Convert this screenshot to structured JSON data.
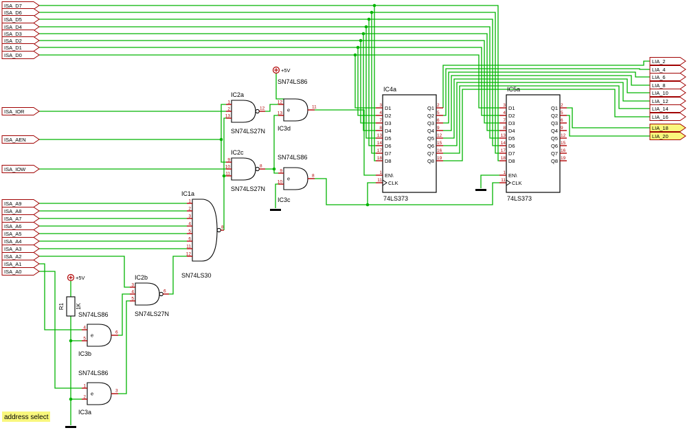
{
  "schematic": {
    "note": "address select",
    "power_label": "+5V",
    "colors": {
      "wire": "#00b400",
      "pin": "#b00000",
      "outline": "#000000",
      "text": "#000000",
      "flag_outline": "#a00000",
      "highlight": "#f9f77d",
      "background": "#ffffff"
    },
    "flags": {
      "isa_data": [
        "ISA_D7",
        "ISA_D6",
        "ISA_D5",
        "ISA_D4",
        "ISA_D3",
        "ISA_D2",
        "ISA_D1",
        "ISA_D0"
      ],
      "isa_ctrl": [
        "ISA_IOR",
        "ISA_AEN",
        "ISA_IOW"
      ],
      "isa_addr": [
        "ISA_A9",
        "ISA_A8",
        "ISA_A7",
        "ISA_A6",
        "ISA_A5",
        "ISA_A4",
        "ISA_A3",
        "ISA_A2",
        "ISA_A1",
        "ISA_A0"
      ],
      "lia": [
        "LIA_2",
        "LIA_4",
        "LIA_6",
        "LIA_8",
        "LIA_10",
        "LIA_12",
        "LIA_14",
        "LIA_16"
      ],
      "lia_highlight": [
        "LIA_18",
        "LIA_20"
      ]
    },
    "gates": [
      {
        "ref": "IC2a",
        "part": "SN74LS27N",
        "type": "nor3",
        "inputs": [
          "1",
          "2",
          "13"
        ],
        "output": "12"
      },
      {
        "ref": "IC2c",
        "part": "SN74LS27N",
        "type": "nor3",
        "inputs": [
          "9",
          "10",
          "11"
        ],
        "output": "8"
      },
      {
        "ref": "IC2b",
        "part": "SN74LS27N",
        "type": "nor3",
        "inputs": [
          "3",
          "4",
          "5"
        ],
        "output": "6"
      },
      {
        "ref": "IC1a",
        "part": "SN74LS30",
        "type": "nand8",
        "inputs": [
          "1",
          "2",
          "3",
          "4",
          "5",
          "6",
          "11",
          "12"
        ],
        "output": "8"
      },
      {
        "ref": "IC3d",
        "part": "SN74LS86",
        "type": "xor",
        "symbol": "e",
        "inputs": [
          "12",
          "13"
        ],
        "output": "11"
      },
      {
        "ref": "IC3c",
        "part": "SN74LS86",
        "type": "xor",
        "symbol": "e",
        "inputs": [
          "9",
          "10"
        ],
        "output": "8"
      },
      {
        "ref": "IC3b",
        "part": "SN74LS86",
        "type": "xor",
        "symbol": "e",
        "inputs": [
          "4",
          "5"
        ],
        "output": "6"
      },
      {
        "ref": "IC3a",
        "part": "SN74LS86",
        "type": "xor",
        "symbol": "e",
        "inputs": [
          "1",
          "2"
        ],
        "output": "3"
      }
    ],
    "latches": [
      {
        "ref": "IC4a",
        "part": "74LS373",
        "d_names": [
          "D1",
          "D2",
          "D3",
          "D4",
          "D5",
          "D6",
          "D7",
          "D8"
        ],
        "d_pins": [
          "3",
          "4",
          "7",
          "8",
          "13",
          "14",
          "17",
          "18"
        ],
        "q_names": [
          "Q1",
          "Q2",
          "Q3",
          "Q4",
          "Q5",
          "Q6",
          "Q7",
          "Q8"
        ],
        "q_pins": [
          "2",
          "5",
          "6",
          "9",
          "12",
          "15",
          "16",
          "19"
        ],
        "en_name": "EN\\",
        "en_pin": "1",
        "clk_name": "CLK",
        "clk_pin": "11"
      },
      {
        "ref": "IC5a",
        "part": "74LS373",
        "d_names": [
          "D1",
          "D2",
          "D3",
          "D4",
          "D5",
          "D6",
          "D7",
          "D8"
        ],
        "d_pins": [
          "3",
          "4",
          "7",
          "8",
          "13",
          "14",
          "17",
          "18"
        ],
        "q_names": [
          "Q1",
          "Q2",
          "Q3",
          "Q4",
          "Q5",
          "Q6",
          "Q7",
          "Q8"
        ],
        "q_pins": [
          "2",
          "5",
          "6",
          "9",
          "12",
          "15",
          "16",
          "19"
        ],
        "en_name": "EN\\",
        "en_pin": "1",
        "clk_name": "CLK",
        "clk_pin": "11"
      }
    ],
    "resistor": {
      "ref": "R1",
      "value": "1K"
    }
  }
}
